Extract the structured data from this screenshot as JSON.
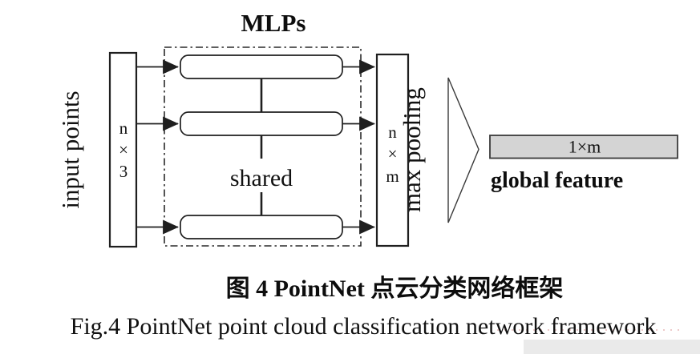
{
  "figure": {
    "mlps_title": "MLPs",
    "input": {
      "label": "input points",
      "dims": [
        "n",
        "×",
        "3"
      ]
    },
    "shared_label": "shared",
    "output": {
      "label": "max pooling",
      "dims": [
        "n",
        "×",
        "m"
      ]
    },
    "global_feature": {
      "size": "1×m",
      "label": "global feature"
    },
    "colors": {
      "line": "#1f1f1f",
      "feature_bar_fill": "#d4d4d4",
      "feature_bar_stroke": "#3a3a3a",
      "background": "#ffffff"
    }
  },
  "caption": {
    "zh": "图 4  PointNet 点云分类网络框架",
    "en": "Fig.4  PointNet point cloud classification network framework"
  }
}
